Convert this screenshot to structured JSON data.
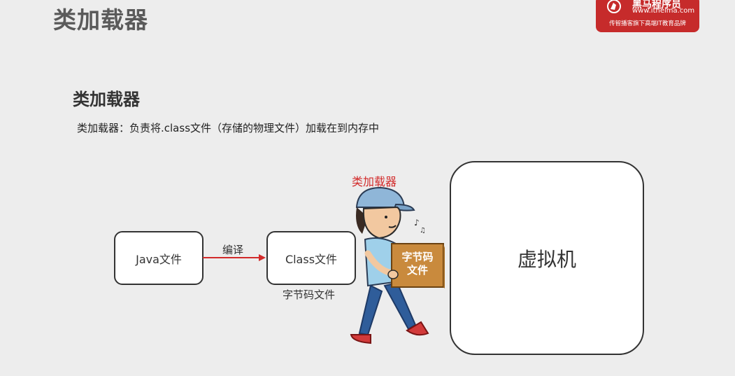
{
  "header": {
    "title": "类加载器",
    "logo": {
      "name": "黑马程序员",
      "url": "www.itheima.com",
      "slogan": "传智播客旗下高端IT教育品牌"
    }
  },
  "content": {
    "section_title": "类加载器",
    "description": "类加载器：负责将.class文件（存储的物理文件）加载在到内存中"
  },
  "diagram": {
    "java_file": "Java文件",
    "compile_label": "编译",
    "class_file": "Class文件",
    "bytecode_caption": "字节码文件",
    "loader_label": "类加载器",
    "box_label_line1": "字节码",
    "box_label_line2": "文件",
    "vm": "虚拟机"
  },
  "colors": {
    "brand": "#c62b2b",
    "arrow": "#d22a2a",
    "loader_text": "#d22a2a"
  }
}
